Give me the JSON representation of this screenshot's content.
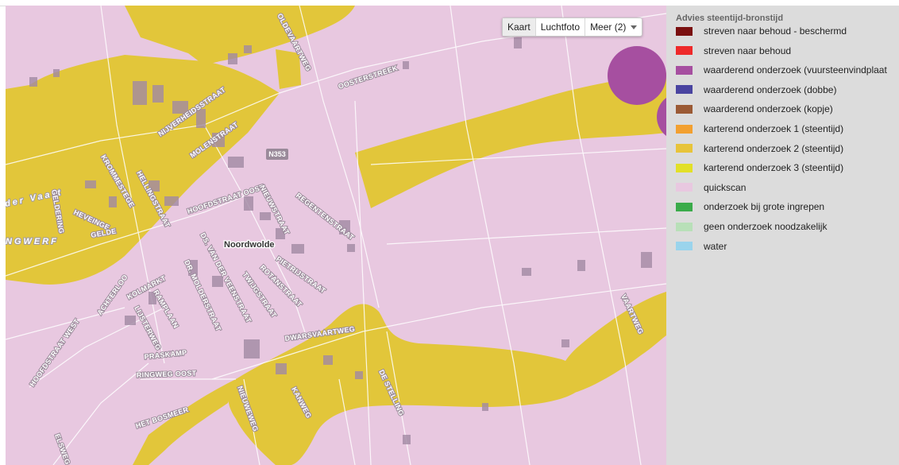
{
  "map": {
    "control": {
      "buttons": [
        {
          "label": "Kaart",
          "active": true
        },
        {
          "label": "Luchtfoto",
          "active": false
        },
        {
          "label": "Meer (2)",
          "active": false
        }
      ]
    },
    "labels": {
      "place": "Noordwolde",
      "road_shield": "N353",
      "region": "NGWERF",
      "region2": "der Vaart",
      "streets": {
        "olde_vaart": "OLDEVAARTWEG",
        "oostersteeg": "OOSTERSTREEK",
        "nijverheid": "NIJVERHEIDSSTRAAT",
        "molen": "MOLENSTRAAT",
        "kromme": "KROMMESTEGE",
        "helling": "HELLINGSTRAAT",
        "geldering": "GELDERING",
        "heveinge": "HEVEINGE",
        "gelde": "GELDE",
        "hoofdstraat_oost": "HOOFDSTRAAT OOST",
        "nieuwstraat": "NIEUWSTRAAT",
        "regenten": "REGENTENSTRAAT",
        "vanderveen": "DS. VAN DER VEENSTRAAT",
        "molder": "DR. MOLDERSTRAAT",
        "kolmarkt": "KOLMARKT",
        "achterloo": "ACHTERLOO",
        "ramplaan": "RAMPLAAN",
        "lijsterweg": "LIJSTERWEG",
        "pietrij": "PIETRIJSTRAAT",
        "rotan": "ROTANSTRAAT",
        "twijg": "TWIJGSTRAAT",
        "dwarsvaart": "DWARSVAARTWEG",
        "praskamp": "PRASKAMP",
        "ringweg": "RINGWEG OOST",
        "hoofdstraat_west": "HOOFDSTRAAT WEST",
        "nieuweweg": "NIEUWEWEG",
        "kanweg": "KANWEG",
        "destelling": "DE STELLING",
        "hetbosmeer": "HET BOSMEER",
        "elsweg": "ELSWEG",
        "vaartweg": "VAARTWEG"
      }
    }
  },
  "legend": {
    "title": "Advies steentijd-bronstijd",
    "items": [
      {
        "label": "streven naar behoud - beschermd",
        "color": "#7a1010"
      },
      {
        "label": "streven naar behoud",
        "color": "#ee2a2a"
      },
      {
        "label": "waarderend onderzoek (vuursteenvindplaat",
        "color": "#a64fa0"
      },
      {
        "label": "waarderend onderzoek (dobbe)",
        "color": "#4a44a0"
      },
      {
        "label": "waarderend onderzoek (kopje)",
        "color": "#9b5a35"
      },
      {
        "label": "karterend onderzoek 1 (steentijd)",
        "color": "#f2a030"
      },
      {
        "label": "karterend onderzoek 2 (steentijd)",
        "color": "#e7c43a"
      },
      {
        "label": "karterend onderzoek 3 (steentijd)",
        "color": "#e2e028"
      },
      {
        "label": "quickscan",
        "color": "#e8c8e0"
      },
      {
        "label": "onderzoek bij grote ingrepen",
        "color": "#3aab4a"
      },
      {
        "label": "geen onderzoek noodzakelijk",
        "color": "#b8e0b8"
      },
      {
        "label": "water",
        "color": "#9ad4ec"
      }
    ]
  }
}
